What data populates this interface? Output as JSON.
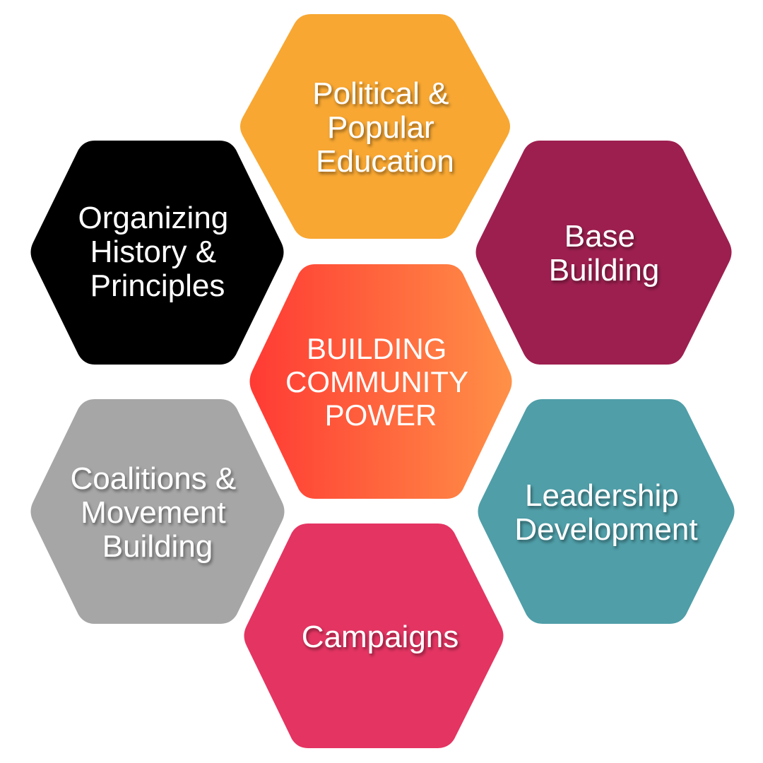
{
  "center": {
    "lines": [
      "BUILDING",
      "COMMUNITY",
      "POWER"
    ],
    "gradient_from": "#ff3a34",
    "gradient_to": "#ff9147"
  },
  "hexagons": [
    {
      "id": "political-popular-education",
      "lines": [
        "Political &",
        "Popular",
        "Education"
      ],
      "color": "#f8a732"
    },
    {
      "id": "base-building",
      "lines": [
        "Base",
        "Building"
      ],
      "color": "#9d1f4f"
    },
    {
      "id": "leadership-development",
      "lines": [
        "Leadership",
        "Development"
      ],
      "color": "#4f9ea8"
    },
    {
      "id": "campaigns",
      "lines": [
        "Campaigns"
      ],
      "color": "#e43462"
    },
    {
      "id": "coalitions-movement-building",
      "lines": [
        "Coalitions &",
        "Movement",
        "Building"
      ],
      "color": "#a6a6a6"
    },
    {
      "id": "organizing-history-principles",
      "lines": [
        "Organizing",
        "History &",
        "Principles"
      ],
      "color": "#000000"
    }
  ]
}
